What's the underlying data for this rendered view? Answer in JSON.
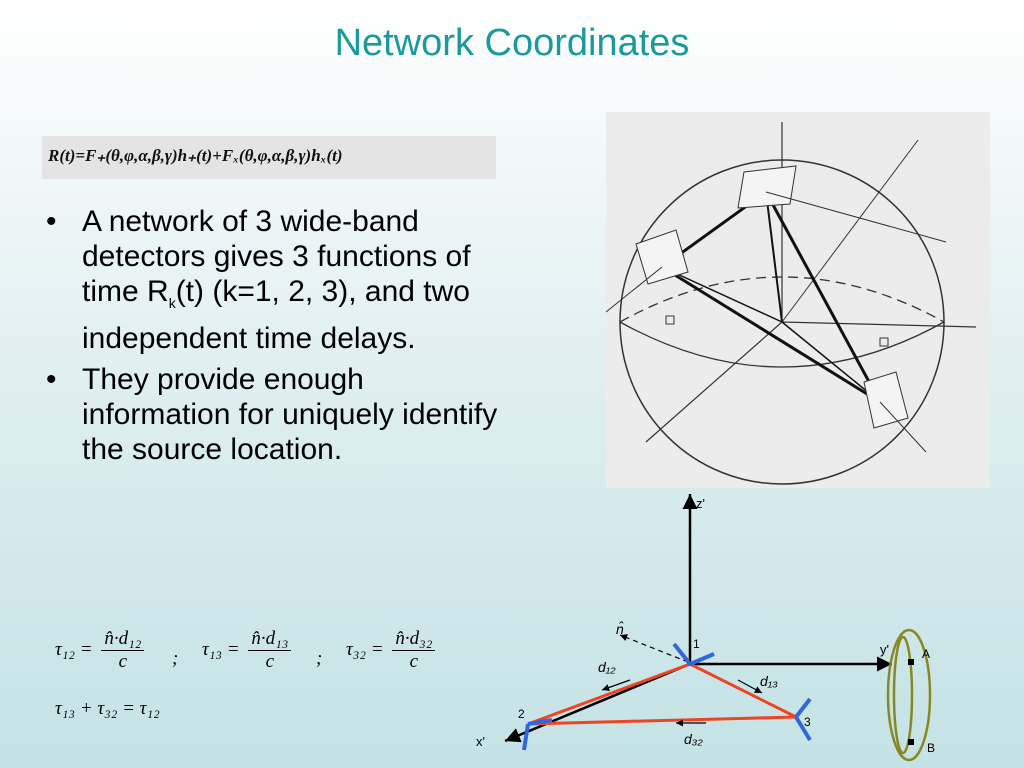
{
  "slide": {
    "title": "Network Coordinates",
    "equation": "R(t)=F₊(θ,φ,α,β,γ)h₊(t)+Fₓ(θ,φ,α,β,γ)hₓ(t)",
    "bullets": [
      {
        "text_before": "A network of 3 wide-band detectors gives 3 functions of time R",
        "subscript": "k",
        "text_after": "(t) (k=1, 2, 3), and two independent time delays."
      },
      {
        "text": "They provide enough information for uniquely identify the source location."
      }
    ],
    "formulas": {
      "tau12_lhs": "τ₁₂ =",
      "tau12_num": "n̂·d₁₂",
      "tau13_lhs": "τ₁₃ =",
      "tau13_num": "n̂·d₁₃",
      "tau32_lhs": "τ₃₂ =",
      "tau32_num": "n̂·d₃₂",
      "denominator": "c",
      "separator": ";",
      "sum": "τ₁₃ + τ₃₂ = τ₁₂"
    },
    "diagram": {
      "z_axis": "z'",
      "y_axis": "y'",
      "x_axis": "x'",
      "n_hat": "n̂",
      "detector_1": "1",
      "detector_2": "2",
      "detector_3": "3",
      "d12": "d₁₂",
      "d13": "d₁₃",
      "d32": "d₃₂",
      "point_a": "A",
      "point_b": "B"
    },
    "colors": {
      "title": "#1a9a9a",
      "network_lines": "#ee4422",
      "detector_arms": "#3366dd",
      "ring": "#888822"
    }
  }
}
